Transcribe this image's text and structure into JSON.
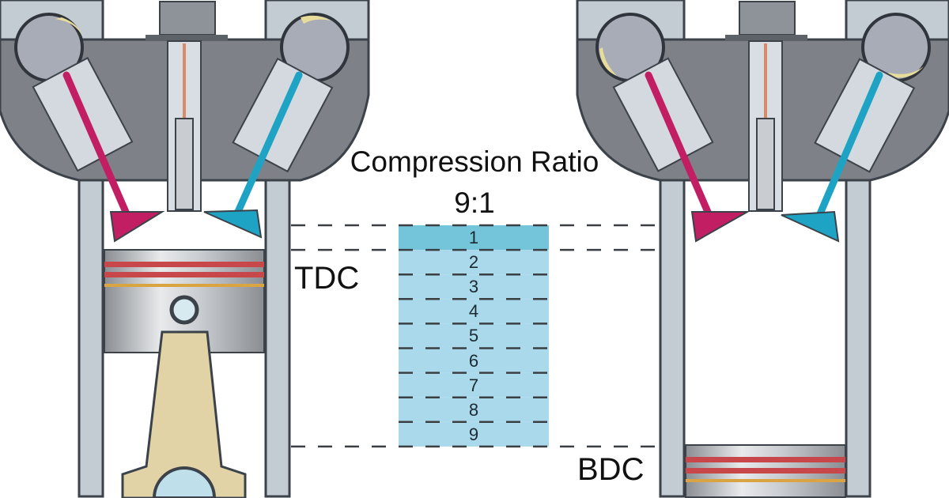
{
  "diagram": {
    "title": "Compression Ratio",
    "ratio_label": "9:1",
    "tdc_label": "TDC",
    "bdc_label": "BDC",
    "volume_units": [
      "1",
      "2",
      "3",
      "4",
      "5",
      "6",
      "7",
      "8",
      "9"
    ],
    "combustion_chamber_units": 1,
    "total_units": 9
  },
  "colors": {
    "head_gray": "#7f8188",
    "light_gray": "#b9c0c7",
    "outline": "#3b4249",
    "intake_valve": "#c21e63",
    "exhaust_valve": "#1ea3c4",
    "chamber_fill": "#74c4da",
    "volume_fill": "#a9d9ea",
    "ring_red": "#c8474a",
    "ring_gold": "#d9a441",
    "rod": "#e2d3a6",
    "dash": "#3a3f44"
  }
}
